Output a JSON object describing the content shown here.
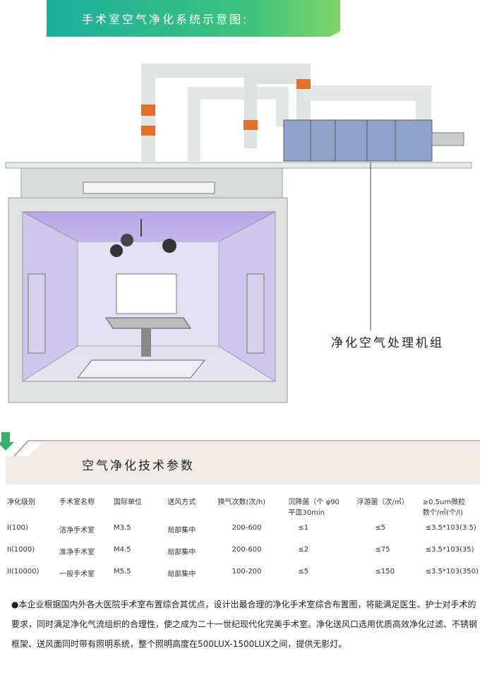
{
  "banner": {
    "title": "手术室空气净化系统示意图:"
  },
  "diagram": {
    "unit_label": "净化空气处理机组"
  },
  "section": {
    "title": "空气净化技术参数"
  },
  "table": {
    "headers": [
      "净化级别",
      "手术室名称",
      "国际单位",
      "送风方式",
      "换气次数(次/h)",
      "沉降菌（个 φ90\n平皿30min",
      "浮游菌（次/㎥）",
      "≥0.5um微粒\n数个/㎥(个/l)"
    ],
    "rows": [
      [
        "I(100)",
        "洁净手术室",
        "M3.5",
        "局部集中",
        "200-600",
        "≤1",
        "≤5",
        "≤3.5*103(3.5)"
      ],
      [
        "II(1000)",
        "准净手术室",
        "M4.5",
        "局部集中",
        "200-600",
        "≤2",
        "≤75",
        "≤3.5*103(35)"
      ],
      [
        "II(10000)",
        "一般手术室",
        "M5.5",
        "局部集中",
        "100-200",
        "≤5",
        "≤150",
        "≤3.5*103(350)"
      ]
    ]
  },
  "description": "●本企业根据国内外各大医院手术室布置综合其优点，设计出最合理的净化手术室综合布置图，将能满足医生、护士对手术的要求，同时满足净化气流组织的合理性，使之成为二十一世纪现代化完美手术室。净化送风口选用优质高效净化过滤、不锈钢框架、送风面同时带有照明系统，整个照明高度在500LUX-1500LUX之间，提供无影灯。",
  "colors": {
    "banner": "#1fae9d",
    "duct": "#dfe4e2",
    "damper": "#e0702a",
    "room_light": "#d8d4f0",
    "room_purple": "#a995dc",
    "accent_red": "#d94a3c"
  }
}
